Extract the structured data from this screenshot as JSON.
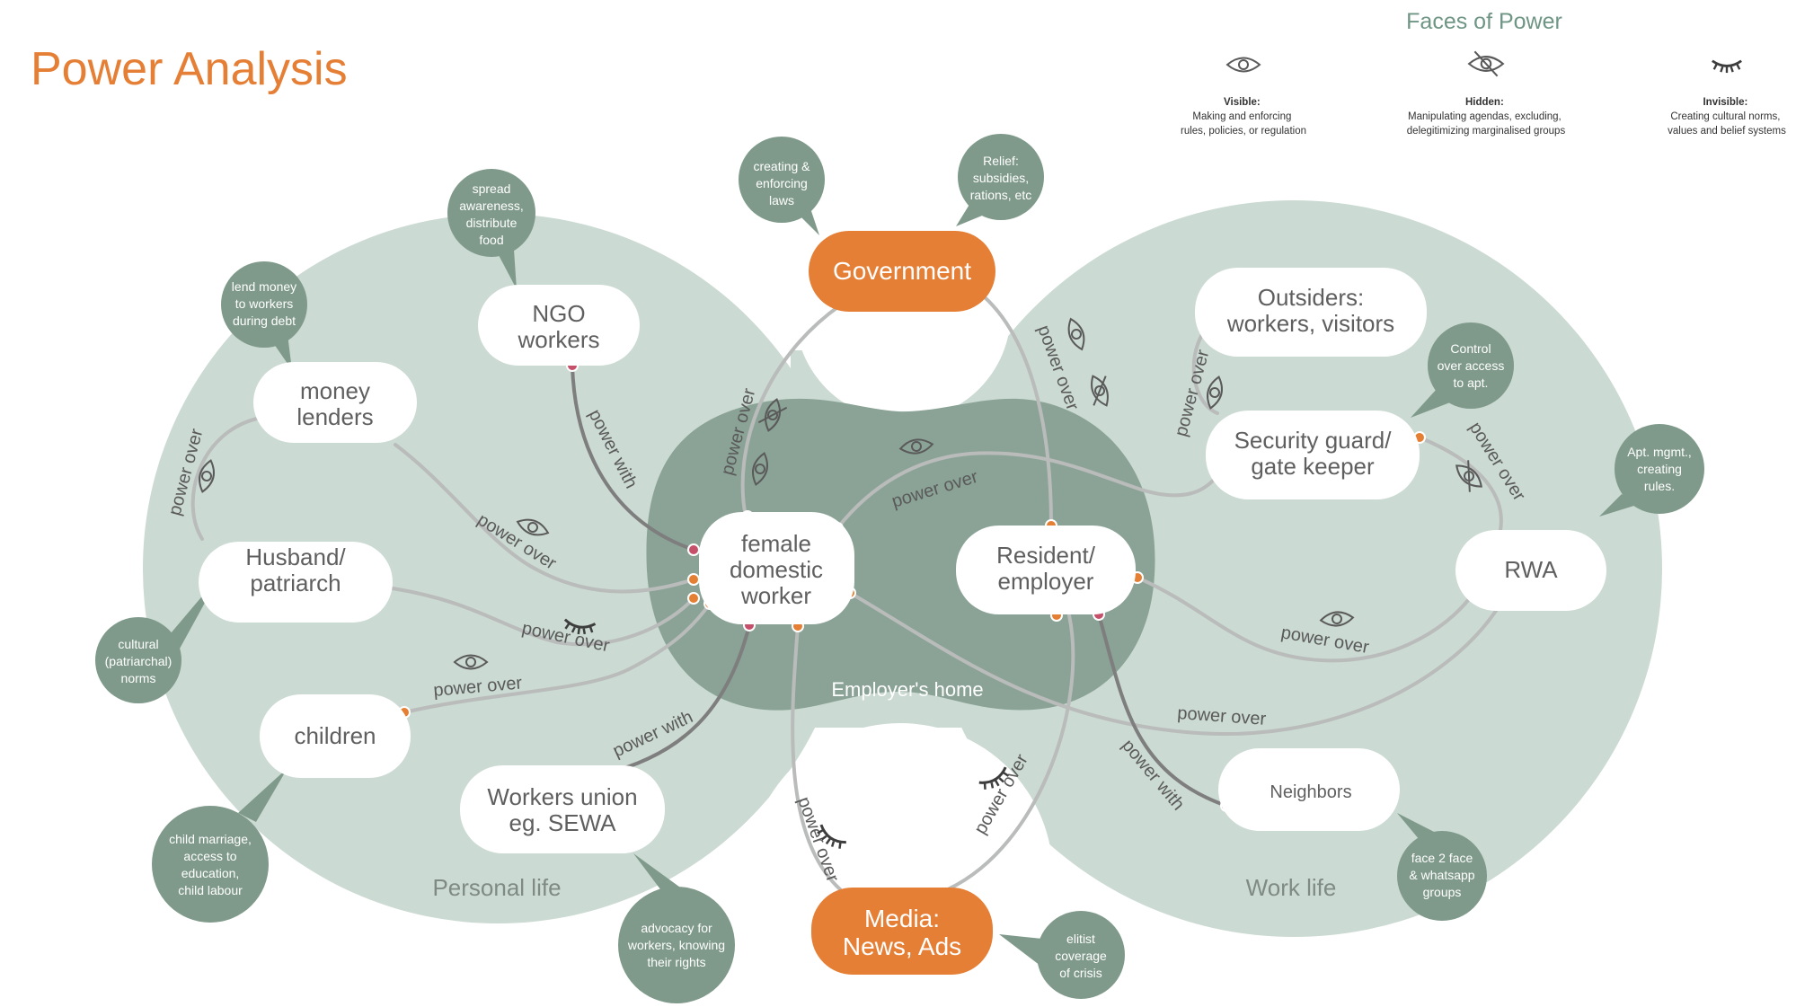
{
  "title": "Power Analysis",
  "legend": {
    "title": "Faces of Power",
    "items": [
      {
        "icon": "eye-icon",
        "heading": "Visible:",
        "line1": "Making and enforcing",
        "line2": "rules, policies, or regulation"
      },
      {
        "icon": "eye-slash-icon",
        "heading": "Hidden:",
        "line1": "Manipulating agendas, excluding,",
        "line2": "delegitimizing marginalised groups"
      },
      {
        "icon": "closed-eye-icon",
        "heading": "Invisible:",
        "line1": "Creating cultural norms,",
        "line2": "values and belief systems"
      }
    ]
  },
  "regions": {
    "personal": "Personal life",
    "work": "Work life",
    "home": "Employer's home"
  },
  "nodes": {
    "government": "Government",
    "media": [
      "Media:",
      "News, Ads"
    ],
    "worker": [
      "female",
      "domestic",
      "worker"
    ],
    "resident": [
      "Resident/",
      "employer"
    ],
    "ngo": [
      "NGO",
      "workers"
    ],
    "money": [
      "money",
      "lenders"
    ],
    "husband": [
      "Husband/",
      "patriarch"
    ],
    "children": "children",
    "union": [
      "Workers union",
      "eg. SEWA"
    ],
    "outsiders": [
      "Outsiders:",
      "workers, visitors"
    ],
    "security": [
      "Security guard/",
      "gate keeper"
    ],
    "rwa": "RWA",
    "neighbors": "Neighbors"
  },
  "bubbles": {
    "laws": [
      "creating &",
      "enforcing",
      "laws"
    ],
    "relief": [
      "Relief:",
      "subsidies,",
      "rations, etc"
    ],
    "spread": [
      "spread",
      "awareness,",
      "distribute",
      "food"
    ],
    "lend": [
      "lend money",
      "to workers",
      "during debt"
    ],
    "cultural": [
      "cultural",
      "(patriarchal)",
      "norms"
    ],
    "child": [
      "child marriage,",
      "access to",
      "education,",
      "child labour"
    ],
    "advocacy": [
      "advocacy for",
      "workers, knowing",
      "their rights"
    ],
    "elitist": [
      "elitist",
      "coverage",
      "of crisis"
    ],
    "control": [
      "Control",
      "over access",
      "to apt."
    ],
    "apt": [
      "Apt. mgmt.,",
      "creating",
      "rules."
    ],
    "face": [
      "face 2 face",
      "& whatsapp",
      "groups"
    ]
  },
  "edge_labels": {
    "power_over": "power over",
    "power_with": "power with"
  },
  "colors": {
    "accent_orange": "#e57f35",
    "circle_light": "#cbdad2",
    "home_dark": "#8aa396",
    "bubble_green": "#7f9a8b",
    "legend_title": "#6f9585",
    "dot_orange": "#e47f33",
    "dot_red": "#c4506a"
  }
}
